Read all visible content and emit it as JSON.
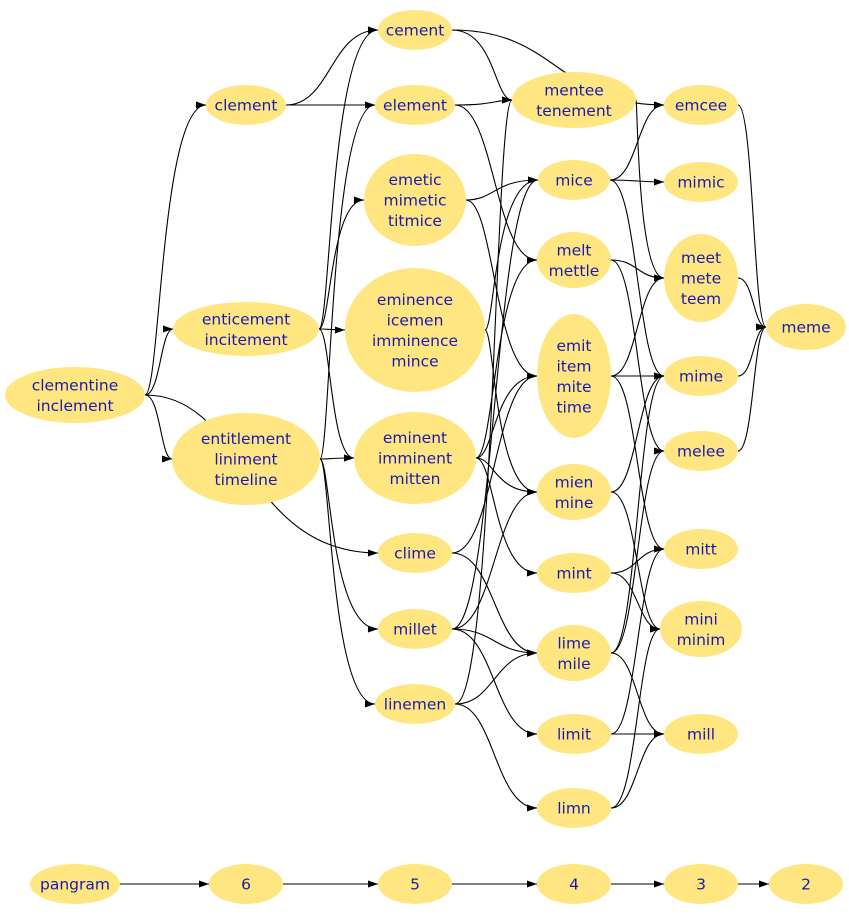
{
  "graph": {
    "nodes": [
      {
        "id": "clementine",
        "lines": [
          "clementine",
          "inclement"
        ]
      },
      {
        "id": "clement",
        "lines": [
          "clement"
        ]
      },
      {
        "id": "enticement",
        "lines": [
          "enticement",
          "incitement"
        ]
      },
      {
        "id": "entitlement",
        "lines": [
          "entitlement",
          "liniment",
          "timeline"
        ]
      },
      {
        "id": "cement",
        "lines": [
          "cement"
        ]
      },
      {
        "id": "element",
        "lines": [
          "element"
        ]
      },
      {
        "id": "emetic",
        "lines": [
          "emetic",
          "mimetic",
          "titmice"
        ]
      },
      {
        "id": "eminence",
        "lines": [
          "eminence",
          "icemen",
          "imminence",
          "mince"
        ]
      },
      {
        "id": "eminent",
        "lines": [
          "eminent",
          "imminent",
          "mitten"
        ]
      },
      {
        "id": "clime",
        "lines": [
          "clime"
        ]
      },
      {
        "id": "millet",
        "lines": [
          "millet"
        ]
      },
      {
        "id": "linemen",
        "lines": [
          "linemen"
        ]
      },
      {
        "id": "mentee",
        "lines": [
          "mentee",
          "tenement"
        ]
      },
      {
        "id": "mice",
        "lines": [
          "mice"
        ]
      },
      {
        "id": "melt",
        "lines": [
          "melt",
          "mettle"
        ]
      },
      {
        "id": "emit",
        "lines": [
          "emit",
          "item",
          "mite",
          "time"
        ]
      },
      {
        "id": "mien",
        "lines": [
          "mien",
          "mine"
        ]
      },
      {
        "id": "mint",
        "lines": [
          "mint"
        ]
      },
      {
        "id": "lime",
        "lines": [
          "lime",
          "mile"
        ]
      },
      {
        "id": "limit",
        "lines": [
          "limit"
        ]
      },
      {
        "id": "limn",
        "lines": [
          "limn"
        ]
      },
      {
        "id": "emcee",
        "lines": [
          "emcee"
        ]
      },
      {
        "id": "mimic",
        "lines": [
          "mimic"
        ]
      },
      {
        "id": "meet",
        "lines": [
          "meet",
          "mete",
          "teem"
        ]
      },
      {
        "id": "mime",
        "lines": [
          "mime"
        ]
      },
      {
        "id": "melee",
        "lines": [
          "melee"
        ]
      },
      {
        "id": "mitt",
        "lines": [
          "mitt"
        ]
      },
      {
        "id": "mini",
        "lines": [
          "mini",
          "minim"
        ]
      },
      {
        "id": "mill",
        "lines": [
          "mill"
        ]
      },
      {
        "id": "meme",
        "lines": [
          "meme"
        ]
      },
      {
        "id": "pangram",
        "lines": [
          "pangram"
        ]
      },
      {
        "id": "n6",
        "lines": [
          "6"
        ]
      },
      {
        "id": "n5",
        "lines": [
          "5"
        ]
      },
      {
        "id": "n4",
        "lines": [
          "4"
        ]
      },
      {
        "id": "n3",
        "lines": [
          "3"
        ]
      },
      {
        "id": "n2",
        "lines": [
          "2"
        ]
      }
    ],
    "edges": [
      [
        "clementine",
        "clement"
      ],
      [
        "clementine",
        "enticement"
      ],
      [
        "clementine",
        "entitlement"
      ],
      [
        "clementine",
        "clime"
      ],
      [
        "clement",
        "cement"
      ],
      [
        "clement",
        "element"
      ],
      [
        "enticement",
        "cement"
      ],
      [
        "enticement",
        "emetic"
      ],
      [
        "enticement",
        "eminence"
      ],
      [
        "enticement",
        "eminent"
      ],
      [
        "entitlement",
        "element"
      ],
      [
        "entitlement",
        "eminent"
      ],
      [
        "entitlement",
        "millet"
      ],
      [
        "entitlement",
        "linemen"
      ],
      [
        "cement",
        "mentee"
      ],
      [
        "cement",
        "emcee"
      ],
      [
        "element",
        "mentee"
      ],
      [
        "element",
        "melt"
      ],
      [
        "emetic",
        "mice"
      ],
      [
        "emetic",
        "emit"
      ],
      [
        "eminence",
        "mice"
      ],
      [
        "eminence",
        "mien"
      ],
      [
        "eminent",
        "melt"
      ],
      [
        "eminent",
        "emit"
      ],
      [
        "eminent",
        "mien"
      ],
      [
        "eminent",
        "mint"
      ],
      [
        "clime",
        "emit"
      ],
      [
        "clime",
        "lime"
      ],
      [
        "millet",
        "mice"
      ],
      [
        "millet",
        "mien"
      ],
      [
        "millet",
        "lime"
      ],
      [
        "millet",
        "limit"
      ],
      [
        "linemen",
        "mentee"
      ],
      [
        "linemen",
        "lime"
      ],
      [
        "linemen",
        "limn"
      ],
      [
        "mentee",
        "meet"
      ],
      [
        "mice",
        "emcee"
      ],
      [
        "mice",
        "mimic"
      ],
      [
        "mice",
        "mime"
      ],
      [
        "melt",
        "meet"
      ],
      [
        "melt",
        "melee"
      ],
      [
        "emit",
        "meet"
      ],
      [
        "emit",
        "mime"
      ],
      [
        "emit",
        "mitt"
      ],
      [
        "mien",
        "mime"
      ],
      [
        "mien",
        "mini"
      ],
      [
        "mint",
        "mitt"
      ],
      [
        "mint",
        "mini"
      ],
      [
        "lime",
        "mime"
      ],
      [
        "lime",
        "melee"
      ],
      [
        "lime",
        "mill"
      ],
      [
        "limit",
        "mitt"
      ],
      [
        "limit",
        "mill"
      ],
      [
        "limn",
        "mini"
      ],
      [
        "limn",
        "mill"
      ],
      [
        "emcee",
        "meme"
      ],
      [
        "meet",
        "meme"
      ],
      [
        "mime",
        "meme"
      ],
      [
        "melee",
        "meme"
      ],
      [
        "pangram",
        "n6"
      ],
      [
        "n6",
        "n5"
      ],
      [
        "n5",
        "n4"
      ],
      [
        "n4",
        "n3"
      ],
      [
        "n3",
        "n2"
      ]
    ]
  }
}
